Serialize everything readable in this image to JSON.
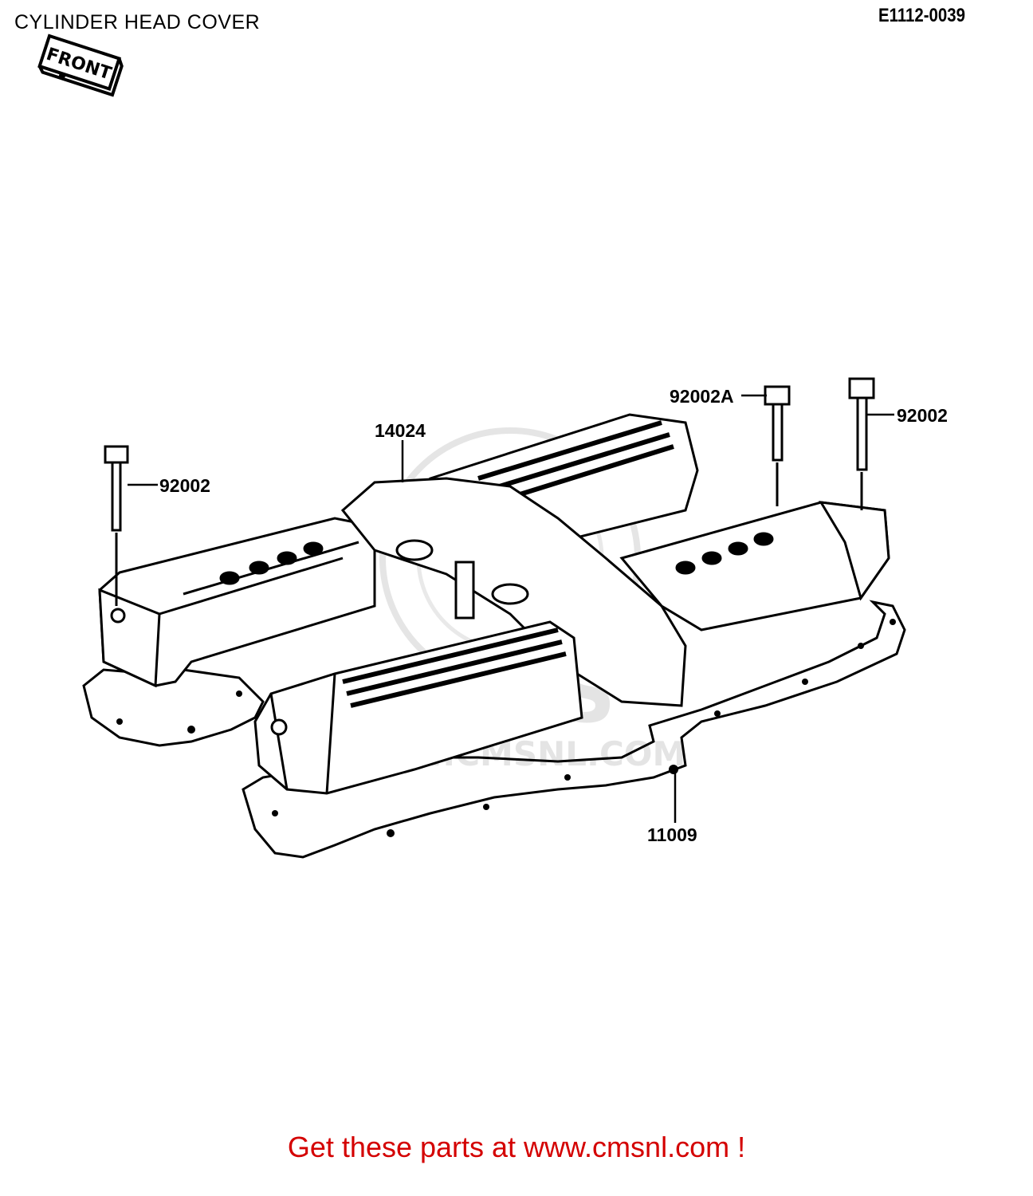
{
  "title": "CYLINDER HEAD COVER",
  "diagram_code": "E1112-0039",
  "front_label": "FRONT",
  "watermark": {
    "brand": "CMS",
    "url": "WWW.CMSNL.COM"
  },
  "part_labels": {
    "cover": "14024",
    "bolt_left": "92002",
    "bolt_a": "92002A",
    "bolt_right": "92002",
    "gasket": "11009"
  },
  "footer": "Get these parts at www.cmsnl.com !",
  "colors": {
    "footer": "#d40000",
    "watermark": "#d8d8d8"
  }
}
